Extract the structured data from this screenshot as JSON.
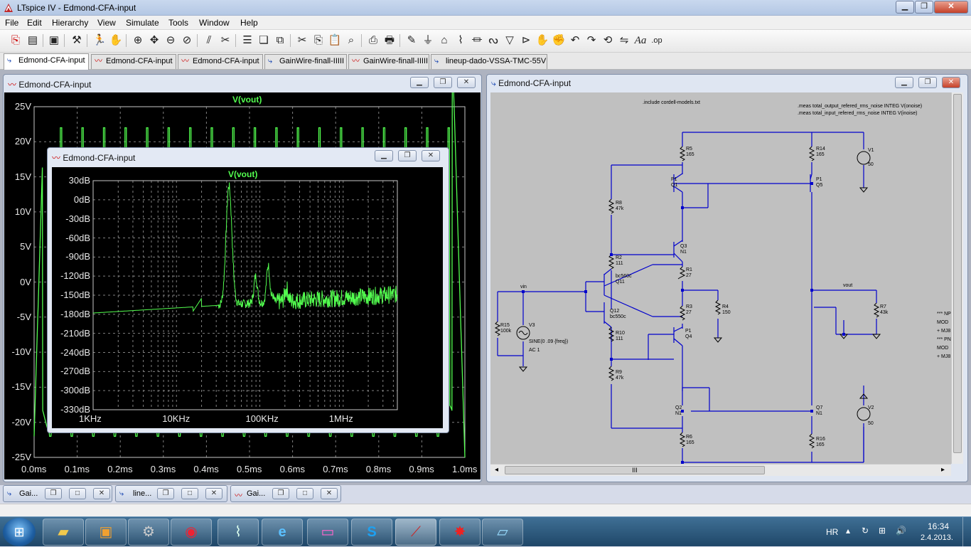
{
  "app": {
    "title": "LTspice IV - Edmond-CFA-input"
  },
  "menu": [
    "File",
    "Edit",
    "Hierarchy",
    "View",
    "Simulate",
    "Tools",
    "Window",
    "Help"
  ],
  "tabs": [
    {
      "label": "Edmond-CFA-input",
      "icon": "schematic-icon"
    },
    {
      "label": "Edmond-CFA-input",
      "icon": "waveform-icon"
    },
    {
      "label": "Edmond-CFA-input",
      "icon": "waveform-icon"
    },
    {
      "label": "GainWire-finall-IIIII",
      "icon": "schematic-icon"
    },
    {
      "label": "GainWire-finall-IIIII",
      "icon": "waveform-icon"
    },
    {
      "label": "lineup-dado-VSSA-TMC-55V",
      "icon": "schematic-icon"
    }
  ],
  "time_window": {
    "title": "Edmond-CFA-input",
    "trace": "V(vout)",
    "yticks": [
      "25V",
      "20V",
      "15V",
      "10V",
      "5V",
      "0V",
      "-5V",
      "-10V",
      "-15V",
      "-20V",
      "-25V"
    ],
    "xticks": [
      "0.0ms",
      "0.1ms",
      "0.2ms",
      "0.3ms",
      "0.4ms",
      "0.5ms",
      "0.6ms",
      "0.7ms",
      "0.8ms",
      "0.9ms",
      "1.0ms"
    ]
  },
  "fft_window": {
    "title": "Edmond-CFA-input",
    "trace": "V(vout)",
    "yticks": [
      "30dB",
      "0dB",
      "-30dB",
      "-60dB",
      "-90dB",
      "-120dB",
      "-150dB",
      "-180dB",
      "-210dB",
      "-240dB",
      "-270dB",
      "-300dB",
      "-330dB"
    ],
    "xticks": [
      "1KHz",
      "10KHz",
      "100KHz",
      "1MHz"
    ]
  },
  "schematic_window": {
    "title": "Edmond-CFA-input",
    "directives": {
      "include": ".include cordell-models.txt",
      "meas1": ".meas total_output_refered_rms_noise INTEG V(onoise)",
      "meas2": ".meas total_input_refered_rms_noise INTEG V(inoise)"
    },
    "labels": [
      {
        "id": "r5",
        "name": "R5",
        "val": "165"
      },
      {
        "id": "r14",
        "name": "R14",
        "val": "165"
      },
      {
        "id": "v1",
        "name": "V1",
        "val": "50"
      },
      {
        "id": "q1",
        "name": "P1",
        "val": "Q1"
      },
      {
        "id": "q5",
        "name": "P1",
        "val": "Q5"
      },
      {
        "id": "r8",
        "name": "R8",
        "val": "47k"
      },
      {
        "id": "q3",
        "name": "Q3",
        "val": "N1"
      },
      {
        "id": "r2",
        "name": "R2",
        "val": "111"
      },
      {
        "id": "q11",
        "name": "bc560c",
        "val": "Q11"
      },
      {
        "id": "r1",
        "name": "R1",
        "val": "27"
      },
      {
        "id": "r4",
        "name": "R4",
        "val": "150"
      },
      {
        "id": "r3",
        "name": "R3",
        "val": "27"
      },
      {
        "id": "q12",
        "name": "Q12",
        "val": "bc550c"
      },
      {
        "id": "r10",
        "name": "R10",
        "val": "111"
      },
      {
        "id": "q4",
        "name": "P1",
        "val": "Q4"
      },
      {
        "id": "r15",
        "name": "R15",
        "val": "100k"
      },
      {
        "id": "v3",
        "name": "V3",
        "val": ""
      },
      {
        "id": "r9",
        "name": "R9",
        "val": "47k"
      },
      {
        "id": "q2",
        "name": "Q2",
        "val": "N1"
      },
      {
        "id": "q7",
        "name": "Q7",
        "val": "N1"
      },
      {
        "id": "v2",
        "name": "V2",
        "val": "50"
      },
      {
        "id": "r6",
        "name": "R6",
        "val": "165"
      },
      {
        "id": "r16",
        "name": "R16",
        "val": "165"
      },
      {
        "id": "r7",
        "name": "R7",
        "val": "43k"
      }
    ],
    "net_vin": "vin",
    "net_vout": "vout",
    "v3_value": "SINE(0 .09 {freq})",
    "v3_ac": "AC 1",
    "right_clip": [
      "*** NP",
      "MOD",
      "+ MJ8",
      "*** PN",
      "MOD",
      "+ MJ8"
    ],
    "scroll_mark": "III"
  },
  "minimized": [
    {
      "label": "Gai...",
      "icon": "schematic-icon"
    },
    {
      "label": "line...",
      "icon": "schematic-icon"
    },
    {
      "label": "Gai...",
      "icon": "waveform-icon"
    }
  ],
  "taskbar": {
    "lang": "HR",
    "time": "16:34",
    "date": "2.4.2013."
  },
  "colors": {
    "trace": "#53ff4f",
    "plot_bg": "#000000",
    "schematic_bg": "#c0c0c0",
    "wire": "#0000cc"
  }
}
